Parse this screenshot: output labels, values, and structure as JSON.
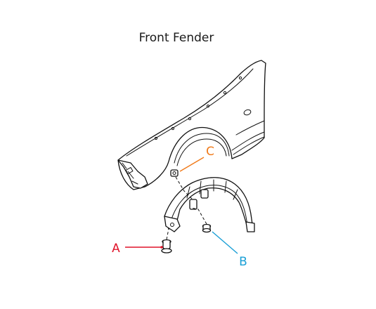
{
  "diagram": {
    "title": "Front Fender",
    "colors": {
      "callout_a": "#e0142a",
      "callout_b": "#1a9fd6",
      "callout_c": "#f07a1a",
      "line_art": "#111111"
    },
    "callouts": [
      {
        "id": "a",
        "label": "A"
      },
      {
        "id": "b",
        "label": "B"
      },
      {
        "id": "c",
        "label": "C"
      }
    ]
  }
}
